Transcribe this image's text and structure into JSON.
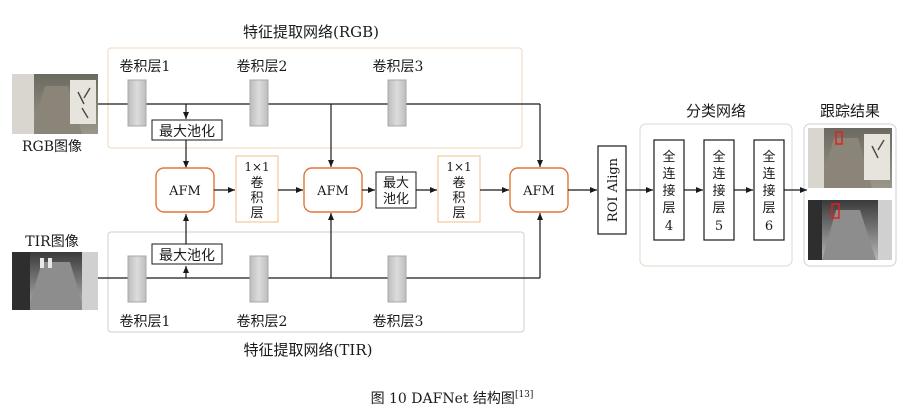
{
  "title": "图 10    DAFNet 结构图",
  "title_ref": "[13]",
  "inputs": {
    "rgb": "RGB图像",
    "tir": "TIR图像"
  },
  "groups": {
    "rgb_feature": "特征提取网络(RGB)",
    "tir_feature": "特征提取网络(TIR)",
    "classifier": "分类网络",
    "result": "跟踪结果"
  },
  "conv_layers": {
    "rgb": [
      "卷积层1",
      "卷积层2",
      "卷积层3"
    ],
    "tir": [
      "卷积层1",
      "卷积层2",
      "卷积层3"
    ]
  },
  "pooling": {
    "top": "最大池化",
    "bottom": "最大池化",
    "middle_line1": "最大",
    "middle_line2": "池化"
  },
  "afm": [
    "AFM",
    "AFM",
    "AFM"
  ],
  "conv1x1": [
    {
      "top": "1×1",
      "chars": [
        "卷",
        "积",
        "层"
      ]
    },
    {
      "top": "1×1",
      "chars": [
        "卷",
        "积",
        "层"
      ]
    }
  ],
  "roi": "ROI Align",
  "fc_layers": [
    {
      "chars": [
        "全",
        "连",
        "接",
        "层"
      ],
      "num": "4"
    },
    {
      "chars": [
        "全",
        "连",
        "接",
        "层"
      ],
      "num": "5"
    },
    {
      "chars": [
        "全",
        "连",
        "接",
        "层"
      ],
      "num": "6"
    }
  ],
  "colors": {
    "orange": "#e0763a",
    "light_orange": "#f2c89b",
    "frame_gray": "#c8d2d8",
    "conv_fill": "#cfcfcf"
  }
}
